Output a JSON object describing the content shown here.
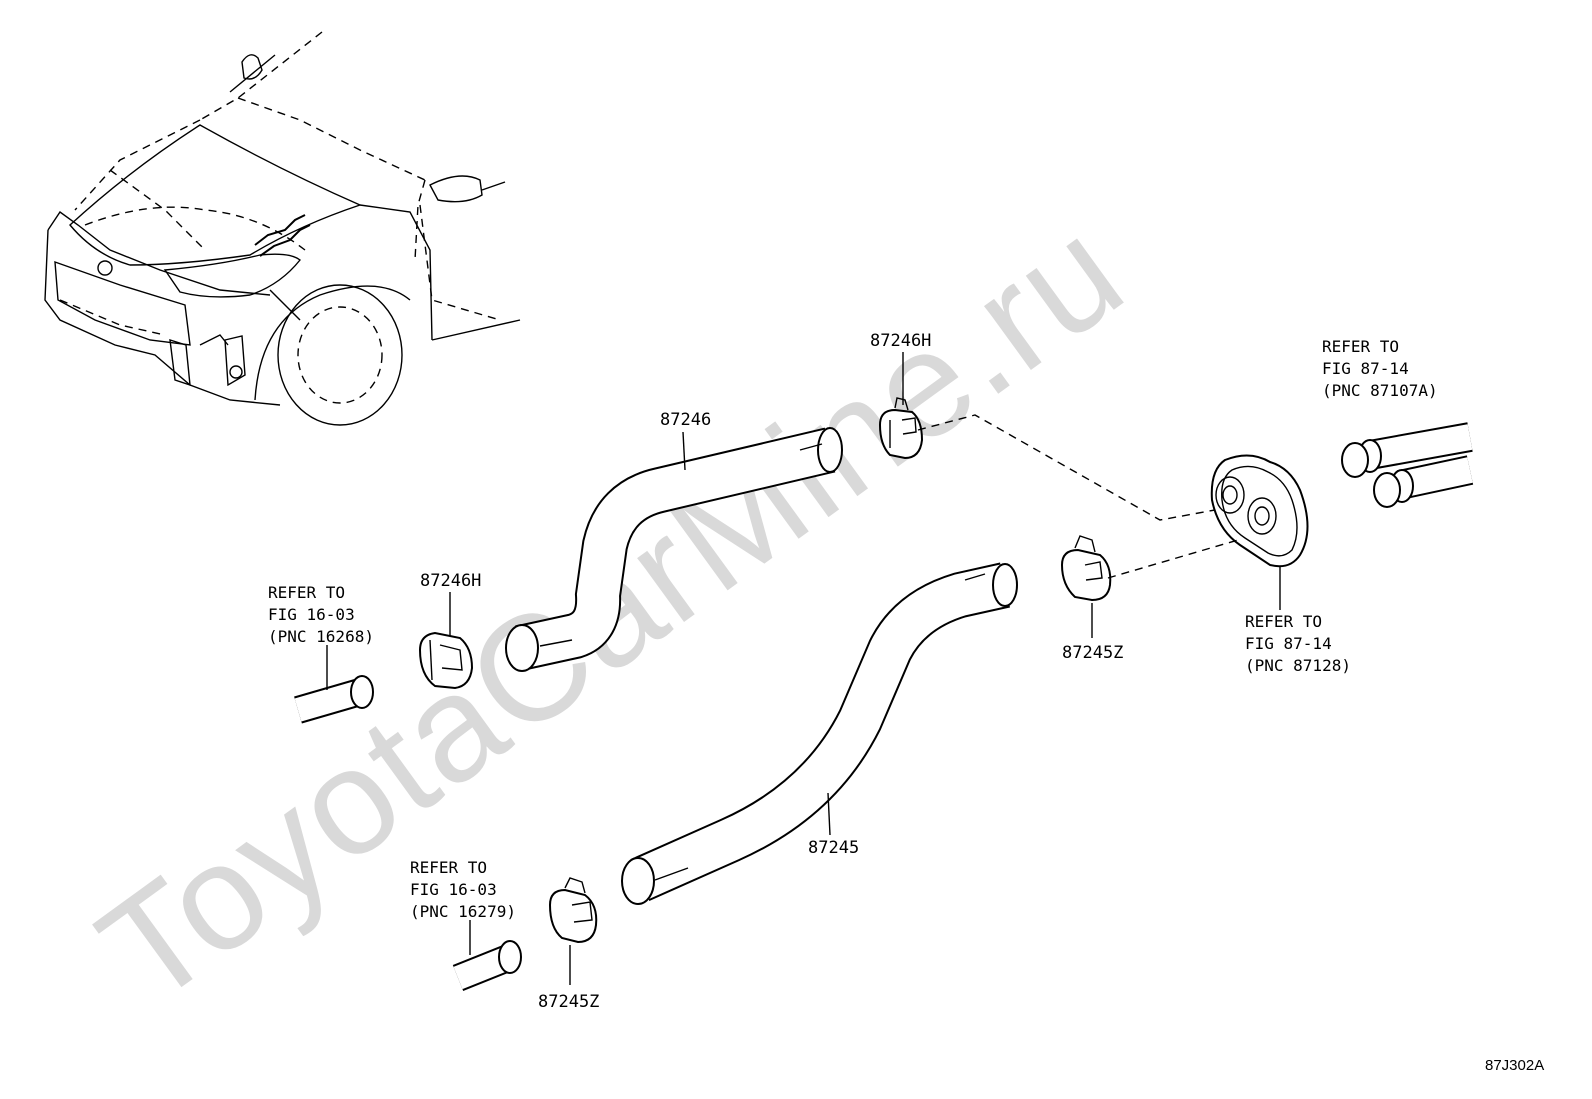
{
  "watermark": "ToyotaCarMine.ru",
  "figure_code": "87J302A",
  "callouts": {
    "hose_upper": "87246",
    "hose_lower": "87245",
    "clip_upper_right": "87246H",
    "clip_upper_left": "87246H",
    "clip_lower_right": "87245Z",
    "clip_lower_left": "87245Z"
  },
  "refs": {
    "ref_top_right": [
      "REFER TO",
      "FIG 87-14",
      "(PNC 87107A)"
    ],
    "ref_grommet": [
      "REFER TO",
      "FIG 87-14",
      "(PNC 87128)"
    ],
    "ref_left_upper": [
      "REFER TO",
      "FIG 16-03",
      "(PNC 16268)"
    ],
    "ref_left_lower": [
      "REFER TO",
      "FIG 16-03",
      "(PNC 16279)"
    ]
  }
}
